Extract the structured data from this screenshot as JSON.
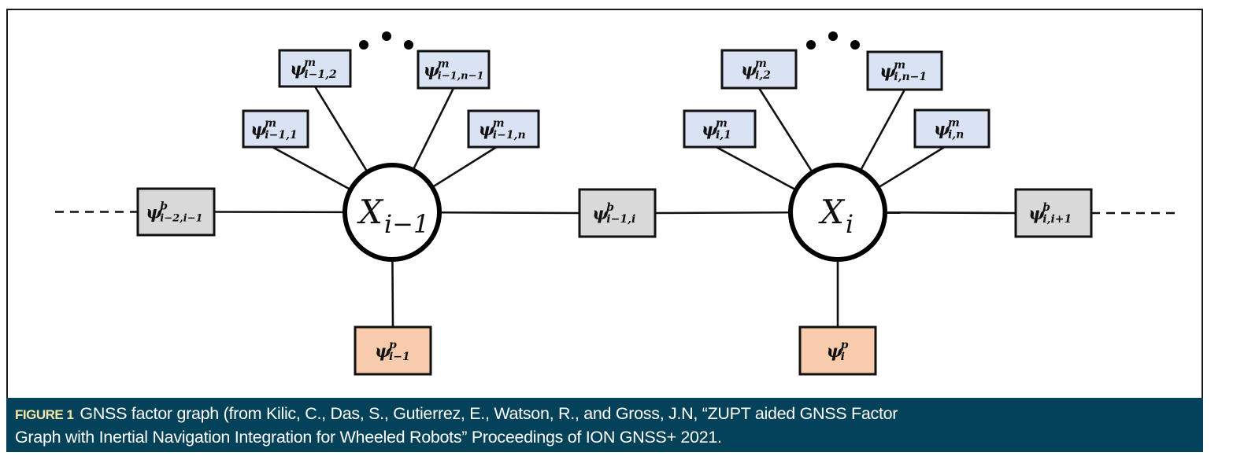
{
  "colors": {
    "measurement_factor_fill": "#dae3f3",
    "between_factor_fill": "#d9d9d9",
    "prior_factor_fill": "#f8cbad",
    "caption_background": "#034259",
    "caption_label": "#f2e6a8"
  },
  "diagram": {
    "variables": [
      {
        "id": "x_prev",
        "base": "X",
        "sub": "i−1"
      },
      {
        "id": "x_curr",
        "base": "X",
        "sub": "i"
      }
    ],
    "factors": [
      {
        "id": "b_prev_prev",
        "type": "between",
        "sup": "b",
        "sub": "i−2,i−1",
        "connects": [
          "x_prev"
        ],
        "dashed_side": "left"
      },
      {
        "id": "b_prev_curr",
        "type": "between",
        "sup": "b",
        "sub": "i−1,i",
        "connects": [
          "x_prev",
          "x_curr"
        ]
      },
      {
        "id": "b_curr_next",
        "type": "between",
        "sup": "b",
        "sub": "i,i+1",
        "connects": [
          "x_curr"
        ],
        "dashed_side": "right"
      },
      {
        "id": "m_prev_1",
        "type": "measurement",
        "sup": "m",
        "sub": "i−1,1",
        "connects": [
          "x_prev"
        ]
      },
      {
        "id": "m_prev_2",
        "type": "measurement",
        "sup": "m",
        "sub": "i−1,2",
        "connects": [
          "x_prev"
        ]
      },
      {
        "id": "m_prev_n1",
        "type": "measurement",
        "sup": "m",
        "sub": "i−1,n−1",
        "connects": [
          "x_prev"
        ]
      },
      {
        "id": "m_prev_n",
        "type": "measurement",
        "sup": "m",
        "sub": "i−1,n",
        "connects": [
          "x_prev"
        ]
      },
      {
        "id": "m_curr_1",
        "type": "measurement",
        "sup": "m",
        "sub": "i,1",
        "connects": [
          "x_curr"
        ]
      },
      {
        "id": "m_curr_2",
        "type": "measurement",
        "sup": "m",
        "sub": "i,2",
        "connects": [
          "x_curr"
        ]
      },
      {
        "id": "m_curr_n1",
        "type": "measurement",
        "sup": "m",
        "sub": "i,n−1",
        "connects": [
          "x_curr"
        ]
      },
      {
        "id": "m_curr_n",
        "type": "measurement",
        "sup": "m",
        "sub": "i,n",
        "connects": [
          "x_curr"
        ]
      },
      {
        "id": "p_prev",
        "type": "prior",
        "sup": "p",
        "sub": "i−1",
        "connects": [
          "x_prev"
        ]
      },
      {
        "id": "p_curr",
        "type": "prior",
        "sup": "p",
        "sub": "i",
        "connects": [
          "x_curr"
        ]
      }
    ],
    "factor_symbol": "ψ",
    "ellipsis_groups": 2
  },
  "caption": {
    "label": "FIGURE 1",
    "line1": "GNSS factor graph (from Kilic, C., Das, S., Gutierrez, E., Watson, R., and Gross, J.N, “ZUPT aided GNSS Factor",
    "line2": "Graph with Inertial Navigation Integration for Wheeled Robots” Proceedings of ION GNSS+ 2021."
  }
}
